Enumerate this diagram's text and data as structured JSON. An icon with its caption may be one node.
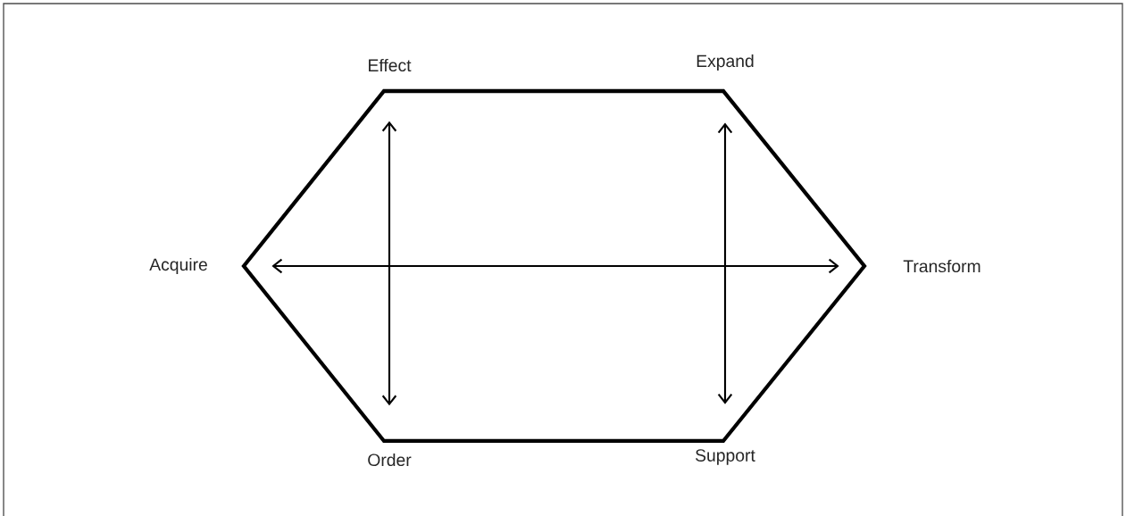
{
  "diagram": {
    "nodes": [
      {
        "text": [
          "Effect"
        ]
      },
      {
        "text": [
          "Expand"
        ]
      },
      {
        "text": [
          "Acquire"
        ]
      },
      {
        "text": [
          "Transform"
        ]
      },
      {
        "text": [
          "Order"
        ]
      },
      {
        "text": [
          "Support"
        ]
      }
    ],
    "edges": [
      {
        "from": 0,
        "to": 4,
        "arrow": "both"
      },
      {
        "from": 1,
        "to": 5,
        "arrow": "both"
      },
      {
        "from": 2,
        "to": 3,
        "arrow": "both"
      }
    ]
  }
}
